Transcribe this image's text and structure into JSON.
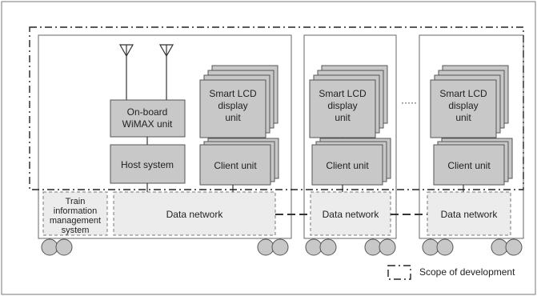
{
  "onboard_wimax_unit": [
    "On-board",
    "WiMAX unit"
  ],
  "host_system": "Host system",
  "smart_lcd_display_unit": [
    "Smart LCD",
    "display",
    "unit"
  ],
  "client_unit": "Client unit",
  "train_information_management_system": [
    "Train",
    "information",
    "management",
    "system"
  ],
  "data_network": "Data network",
  "ellipsis": "·····",
  "legend": {
    "scope_of_development": "Scope of development"
  }
}
